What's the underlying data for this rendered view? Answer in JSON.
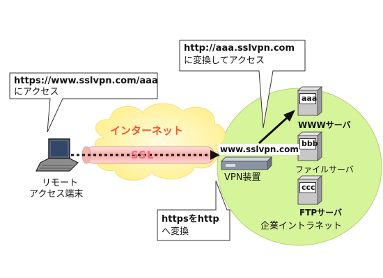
{
  "callout_remote": {
    "line1": "https://www.sslvpn.com/aaa",
    "line2": "にアクセス"
  },
  "callout_convert": {
    "line1": "http://aaa.sslvpn.com",
    "line2": "に変換してアクセス"
  },
  "callout_https": {
    "line1": "httpsをhttp",
    "line2": "へ変換"
  },
  "internet_label": "インターネット",
  "ssl_label": "SSL",
  "vpn_domain": "www.sslvpn.com",
  "vpn_device_label": "VPN装置",
  "remote_label": {
    "line1": "リモート",
    "line2": "アクセス端末"
  },
  "intranet_label": "企業イントラネット",
  "servers": [
    {
      "tag": "aaa",
      "label": "WWWサーバ"
    },
    {
      "tag": "bbb",
      "label": "ファイルサーバ"
    },
    {
      "tag": "ccc",
      "label": "FTPサーバ"
    }
  ],
  "colors": {
    "intranet": "#d9f59a",
    "cloud": "#fff3a6",
    "internet_text": "#f2552a",
    "ssl_tube": "#f7b7b3",
    "ssl_text": "#f06a7a"
  }
}
